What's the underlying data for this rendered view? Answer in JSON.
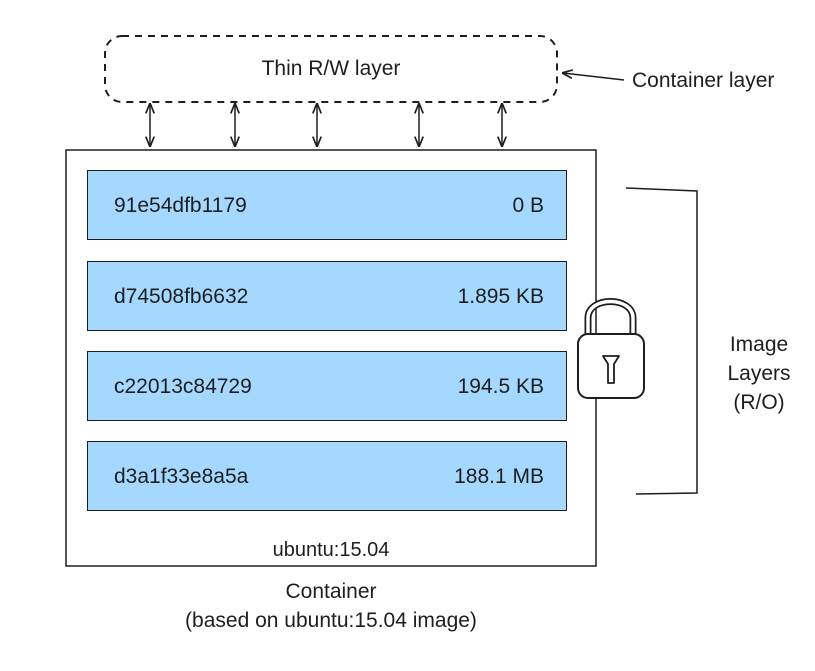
{
  "rw_layer": {
    "label": "Thin R/W layer"
  },
  "container_layer_label": "Container layer",
  "image_layers": [
    {
      "id": "91e54dfb1179",
      "size": "0 B"
    },
    {
      "id": "d74508fb6632",
      "size": "1.895 KB"
    },
    {
      "id": "c22013c84729",
      "size": "194.5 KB"
    },
    {
      "id": "d3a1f33e8a5a",
      "size": "188.1 MB"
    }
  ],
  "image_name": "ubuntu:15.04",
  "container": {
    "label": "Container",
    "subtitle": "(based on ubuntu:15.04 image)"
  },
  "image_layers_label": "Image Layers (R/O)",
  "colors": {
    "layer_fill": "#a5d8ff",
    "stroke": "#1e1e1e",
    "lock_fill": "#ffffff"
  },
  "icons": {
    "lock": "padlock-icon"
  }
}
